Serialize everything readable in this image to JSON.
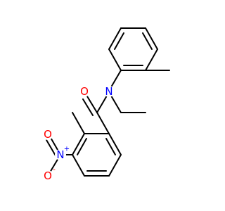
{
  "structure": {
    "kind": "skeletal-formula",
    "colors": {
      "bond": "#000000",
      "carbon": "#000000",
      "oxygen": "#ff0000",
      "nitrogen": "#0000ff"
    },
    "atoms": [
      {
        "id": "N_amide",
        "label": "N",
        "element": "N"
      },
      {
        "id": "O_carbonyl",
        "label": "O",
        "element": "O"
      },
      {
        "id": "N_nitro",
        "label": "N",
        "charge": "+",
        "element": "N"
      },
      {
        "id": "O_nitro_top",
        "label": "O",
        "element": "O"
      },
      {
        "id": "O_nitro_left",
        "label": "O",
        "charge": "-",
        "element": "O"
      }
    ]
  }
}
